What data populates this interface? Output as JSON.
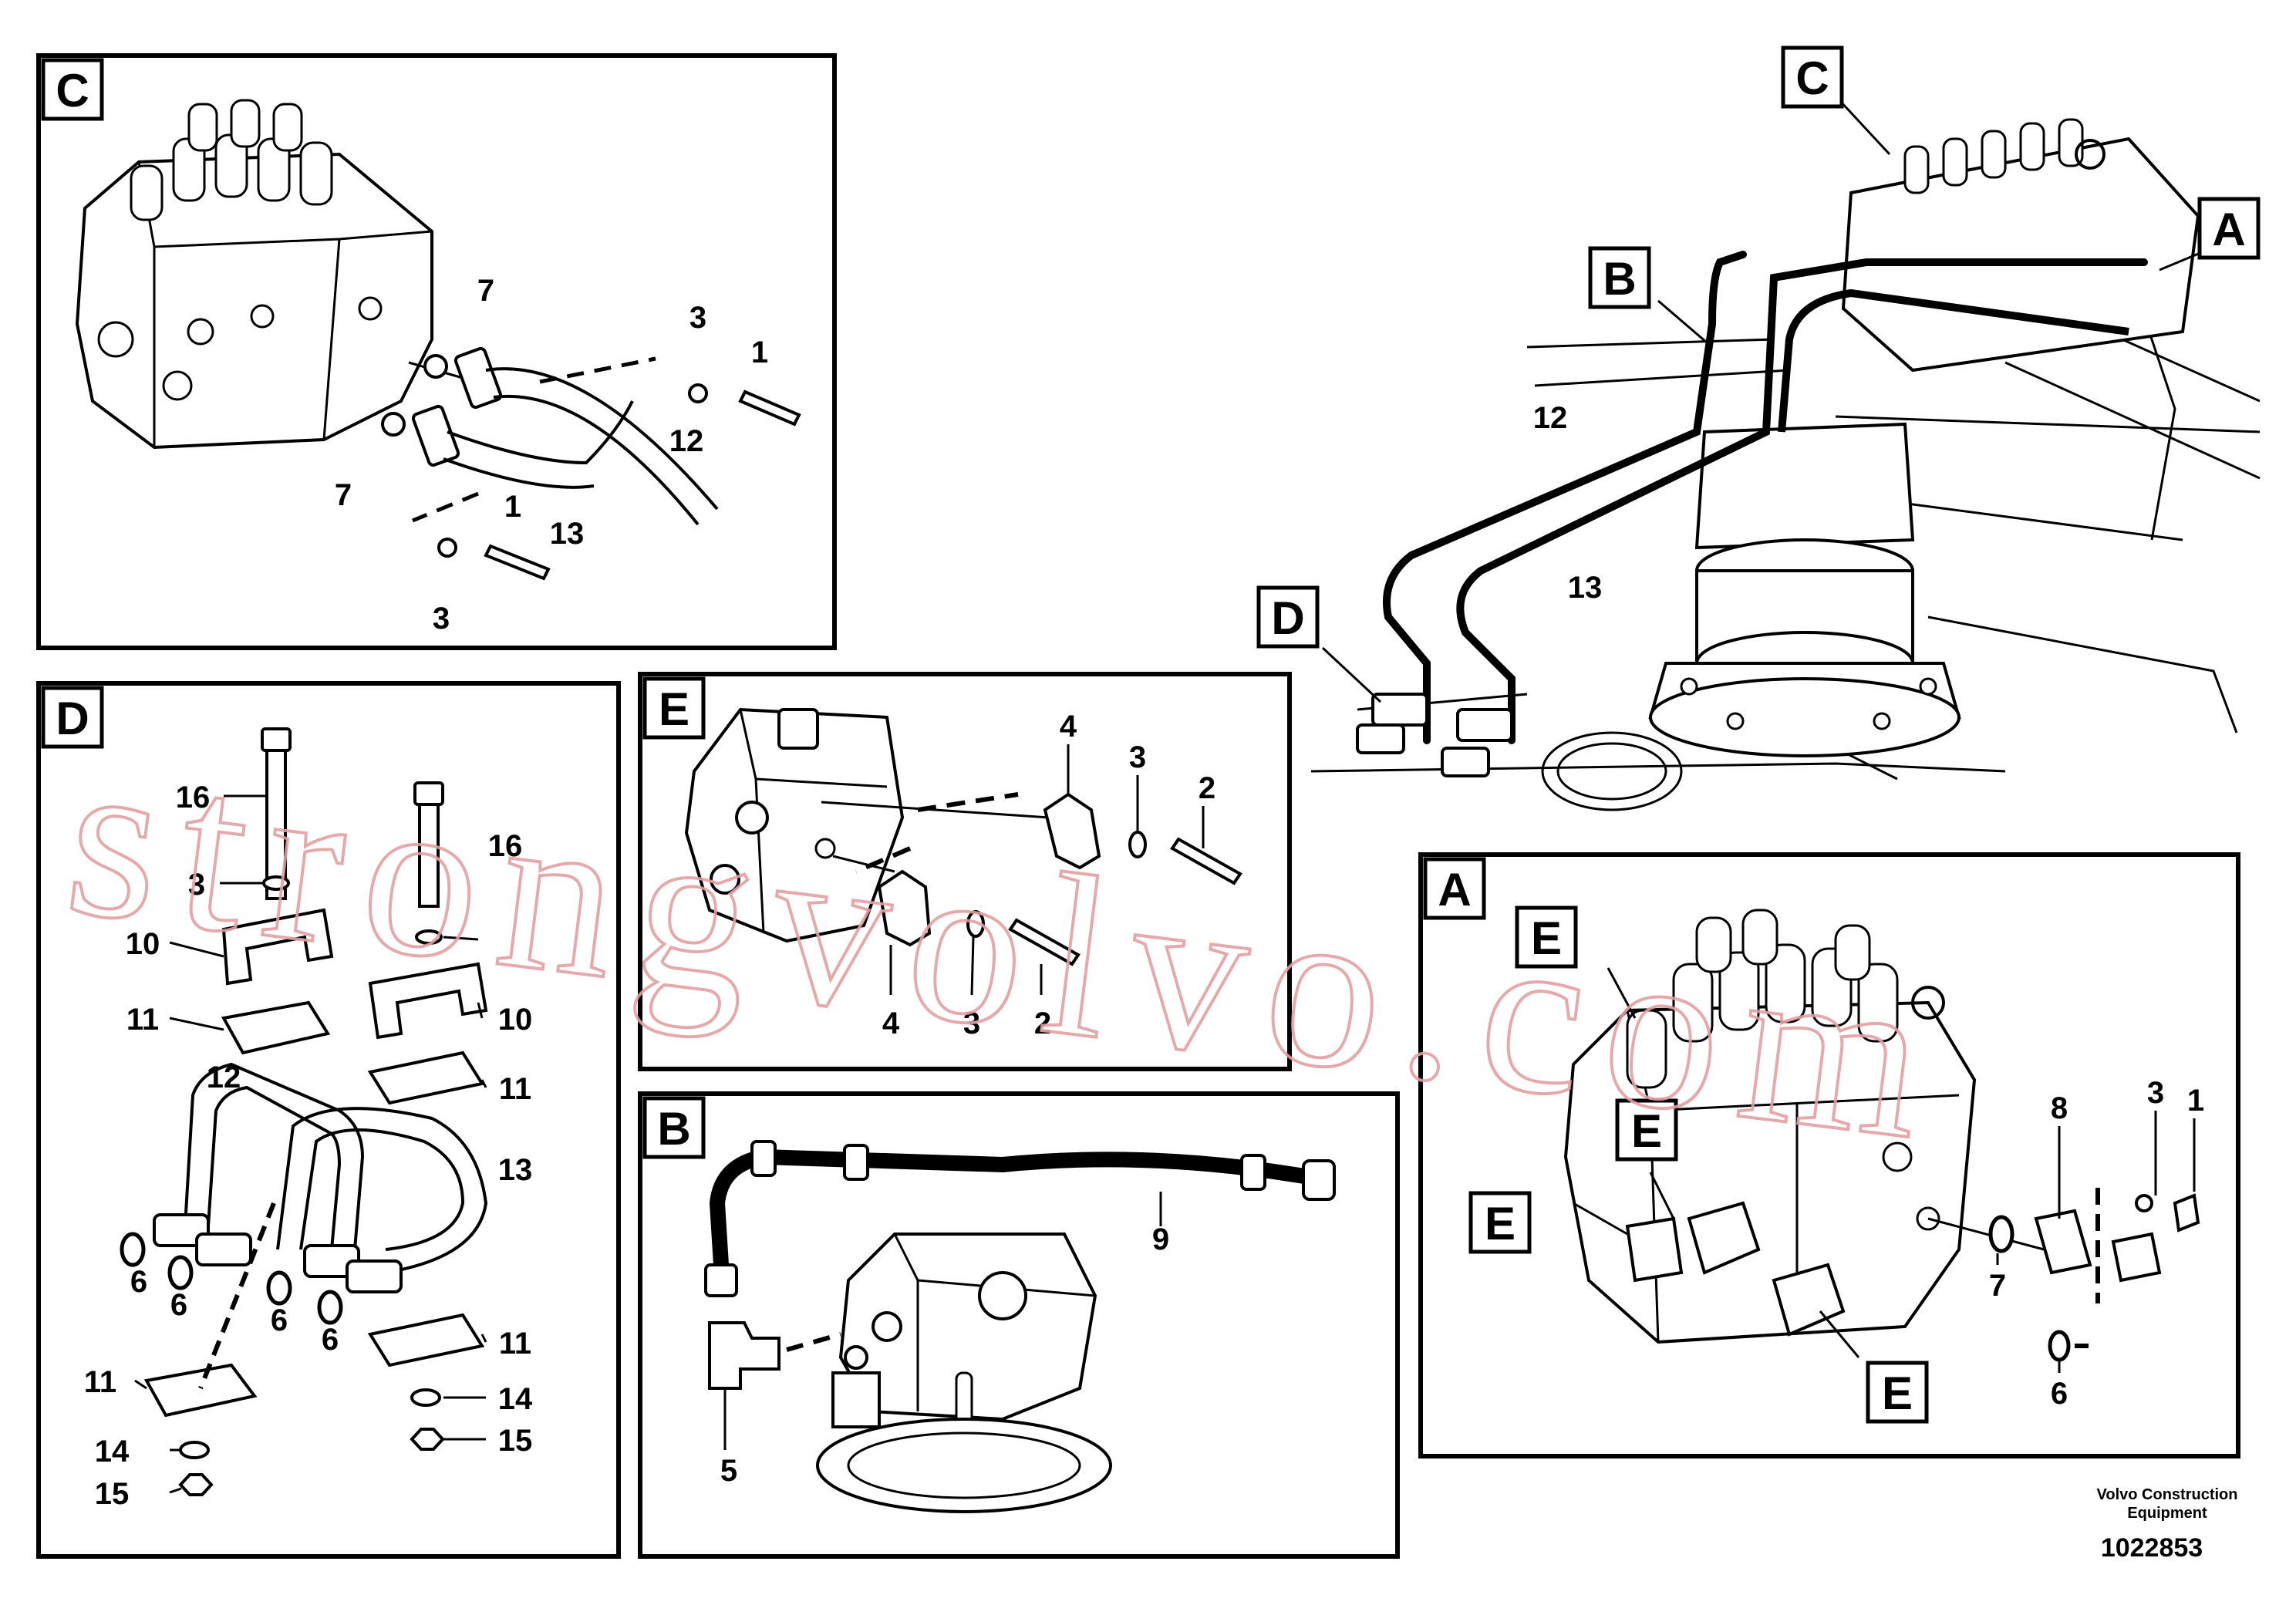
{
  "watermark": "strongvolvo.com",
  "manufacturer": "Volvo Construction\nEquipment",
  "manufacturer_line1": "Volvo Construction",
  "manufacturer_line2": "Equipment",
  "drawing_number": "1022853",
  "panels": {
    "C": {
      "letter": "C",
      "callouts": [
        "7",
        "7",
        "3",
        "1",
        "12",
        "1",
        "13",
        "3"
      ]
    },
    "D": {
      "letter": "D",
      "callouts": [
        "16",
        "16",
        "3",
        "10",
        "10",
        "11",
        "11",
        "12",
        "13",
        "6",
        "6",
        "6",
        "6",
        "11",
        "11",
        "14",
        "14",
        "15",
        "15"
      ]
    },
    "E": {
      "letter": "E",
      "callouts": [
        "4",
        "3",
        "2",
        "4",
        "3",
        "2"
      ]
    },
    "B": {
      "letter": "B",
      "callouts": [
        "9",
        "5"
      ]
    },
    "A": {
      "letter": "A",
      "callouts": [
        "E",
        "E",
        "E",
        "E",
        "8",
        "3",
        "1",
        "7",
        "6"
      ]
    },
    "overview": {
      "callouts": [
        "C",
        "A",
        "B",
        "12",
        "13",
        "D"
      ]
    }
  }
}
